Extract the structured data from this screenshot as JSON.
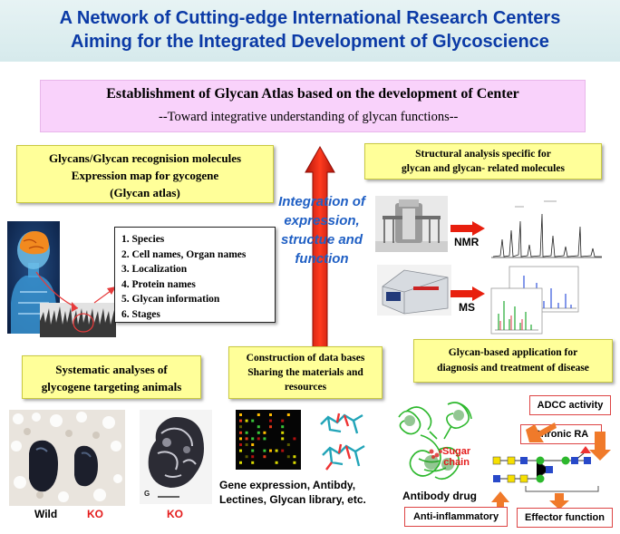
{
  "header": {
    "title_line1": "A Network of Cutting-edge International Research Centers",
    "title_line2": "Aiming for the Integrated Development of Glycoscience"
  },
  "banner": {
    "title": "Establishment of Glycan Atlas based on the development of Center",
    "subtitle": "--Toward integrative understanding of glycan functions--"
  },
  "glycan_atlas_box": {
    "line1": "Glycans/Glycan recognision molecules",
    "line2": "Expression map for gycogene",
    "line3": "(Glycan atlas)"
  },
  "atlas_items": [
    "1. Species",
    "2. Cell names, Organ names",
    "3. Localization",
    "4. Protein names",
    "5.  Glycan information",
    "6. Stages"
  ],
  "integration_text": {
    "line1": "Integration of",
    "line2": "expression,",
    "line3": "structue and",
    "line4": "function"
  },
  "structural_box": {
    "line1": "Structural analysis specific for",
    "line2": "glycan and glycan- related molecules"
  },
  "instruments": {
    "nmr": "NMR",
    "ms": "MS"
  },
  "systematic_box": {
    "line1": "Systematic  analyses of",
    "line2": "glycogene targeting animals"
  },
  "animals": {
    "wild": "Wild",
    "ko1": "KO",
    "ko2": "KO",
    "scale_mark": "G"
  },
  "database_box": {
    "line1": "Construction of data bases",
    "line2": "Sharing the materials and",
    "line3": "resources"
  },
  "database_caption": {
    "line1": "Gene expression,  Antibdy,",
    "line2": "Lectines, Glycan library, etc."
  },
  "application_box": {
    "line1": "Glycan-based application for",
    "line2": "diagnosis and treatment of disease"
  },
  "application_labels": {
    "adcc": "ADCC activity",
    "chronic_ra": "Chronic RA",
    "sugar_chain_1": "Sugar",
    "sugar_chain_2": "chain",
    "antibody_drug": "Antibody drug",
    "anti_inflammatory": "Anti-inflammatory",
    "effector": "Effector function"
  },
  "colors": {
    "title_blue": "#0b3aa6",
    "banner_pink": "#f9d2fb",
    "box_yellow": "#ffff99",
    "arrow_red": "#e8220f",
    "italic_blue": "#1f5fc4",
    "ko_red": "#e41b1b",
    "protein_green": "#2db82d"
  }
}
